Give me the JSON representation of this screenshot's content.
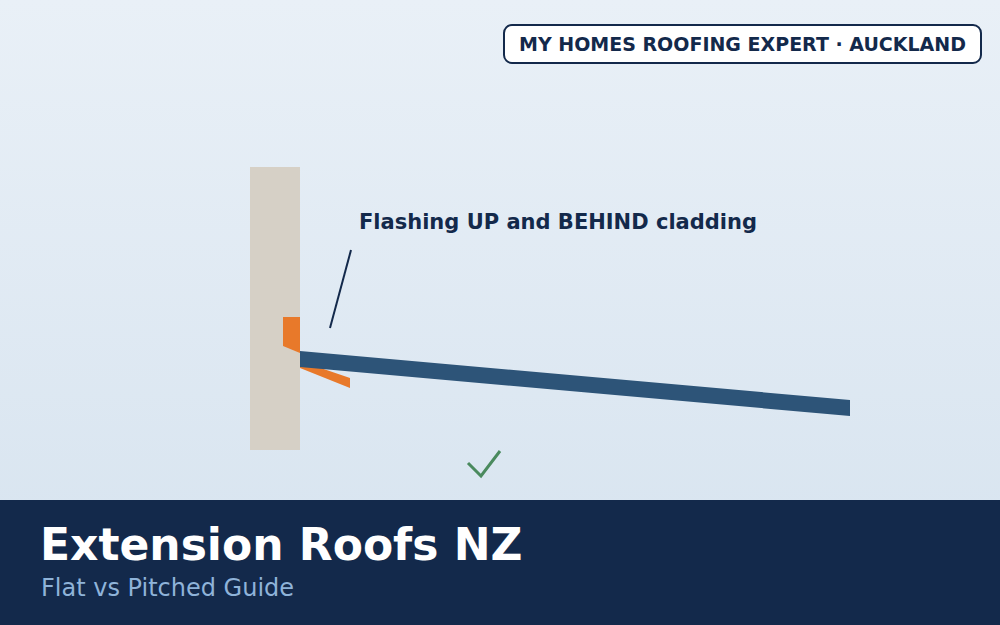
{
  "diagram": {
    "nodes": [
      {
        "text": [
          "MY HOMES ROOFING EXPERT · AUCKLAND"
        ]
      },
      {
        "text": [
          "Extension Roofs NZ",
          "Flat vs Pitched Guide"
        ]
      }
    ],
    "labels": [
      "Flashing UP and BEHIND cladding"
    ]
  }
}
